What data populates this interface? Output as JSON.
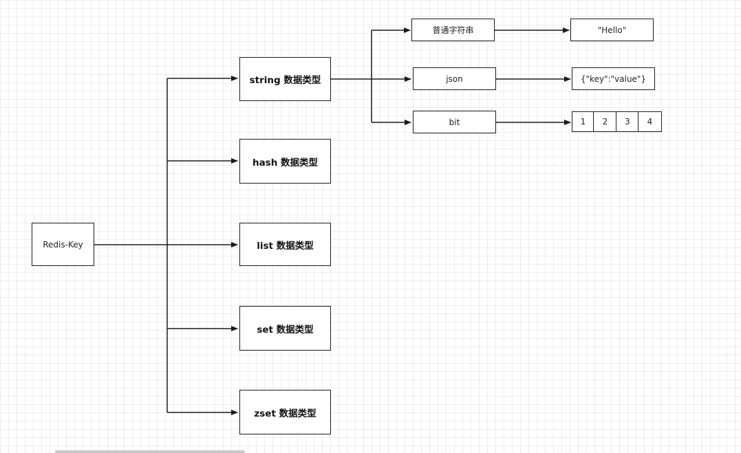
{
  "root": {
    "label": "Redis-Key"
  },
  "types": [
    {
      "label": "string 数据类型"
    },
    {
      "label": "hash 数据类型"
    },
    {
      "label": "list 数据类型"
    },
    {
      "label": "set 数据类型"
    },
    {
      "label": "zset 数据类型"
    }
  ],
  "string_children": [
    {
      "label": "普通字符串",
      "value": "\"Hello\""
    },
    {
      "label": "json",
      "value": "{\"key\":\"value\"}"
    },
    {
      "label": "bit",
      "bits": [
        "1",
        "2",
        "3",
        "4"
      ]
    }
  ]
}
